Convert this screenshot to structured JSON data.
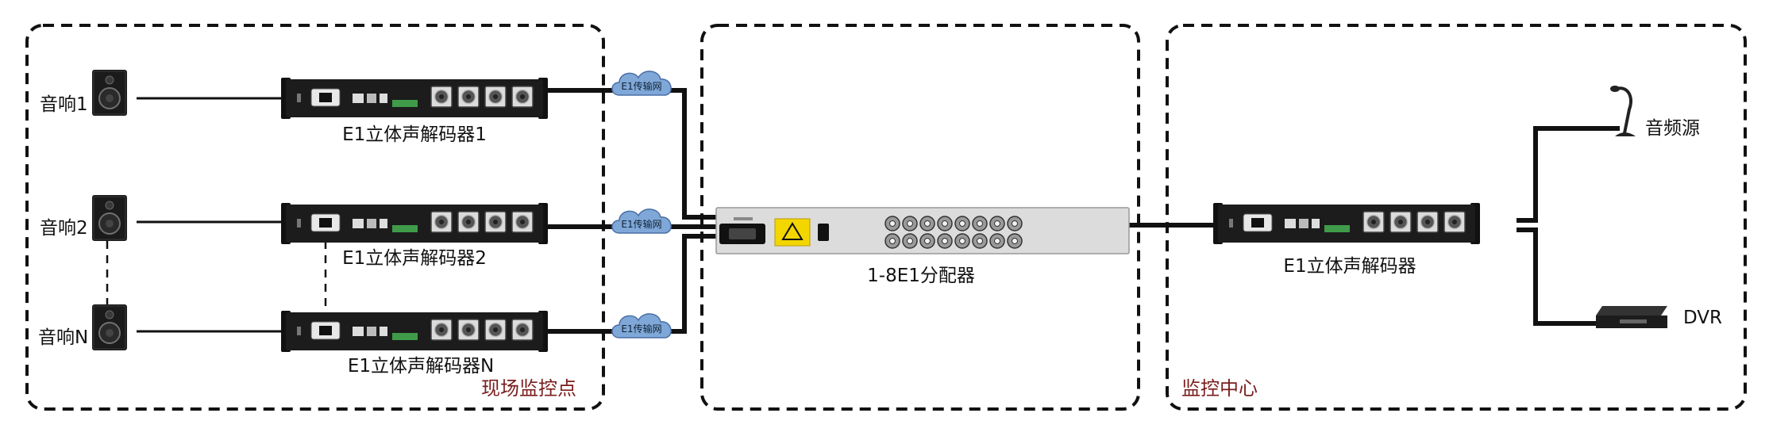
{
  "zones": {
    "field": "现场监控点",
    "center": "监控中心"
  },
  "speakers": [
    "音响1",
    "音响2",
    "音响N"
  ],
  "decoders_left": [
    "E1立体声解码器1",
    "E1立体声解码器2",
    "E1立体声解码器N"
  ],
  "splitter": "1-8E1分配器",
  "decoder_right": "E1立体声解码器",
  "audio_source": "音频源",
  "dvr": "DVR",
  "cloud_label": "E1传输网",
  "colors": {
    "zone_border": "#111111",
    "zone_label": "#7a1d1d",
    "device_body": "#1c1c1c",
    "splitter_body": "#dcdcdc",
    "cloud": "#7fa8d8",
    "warning": "#f3d600"
  }
}
